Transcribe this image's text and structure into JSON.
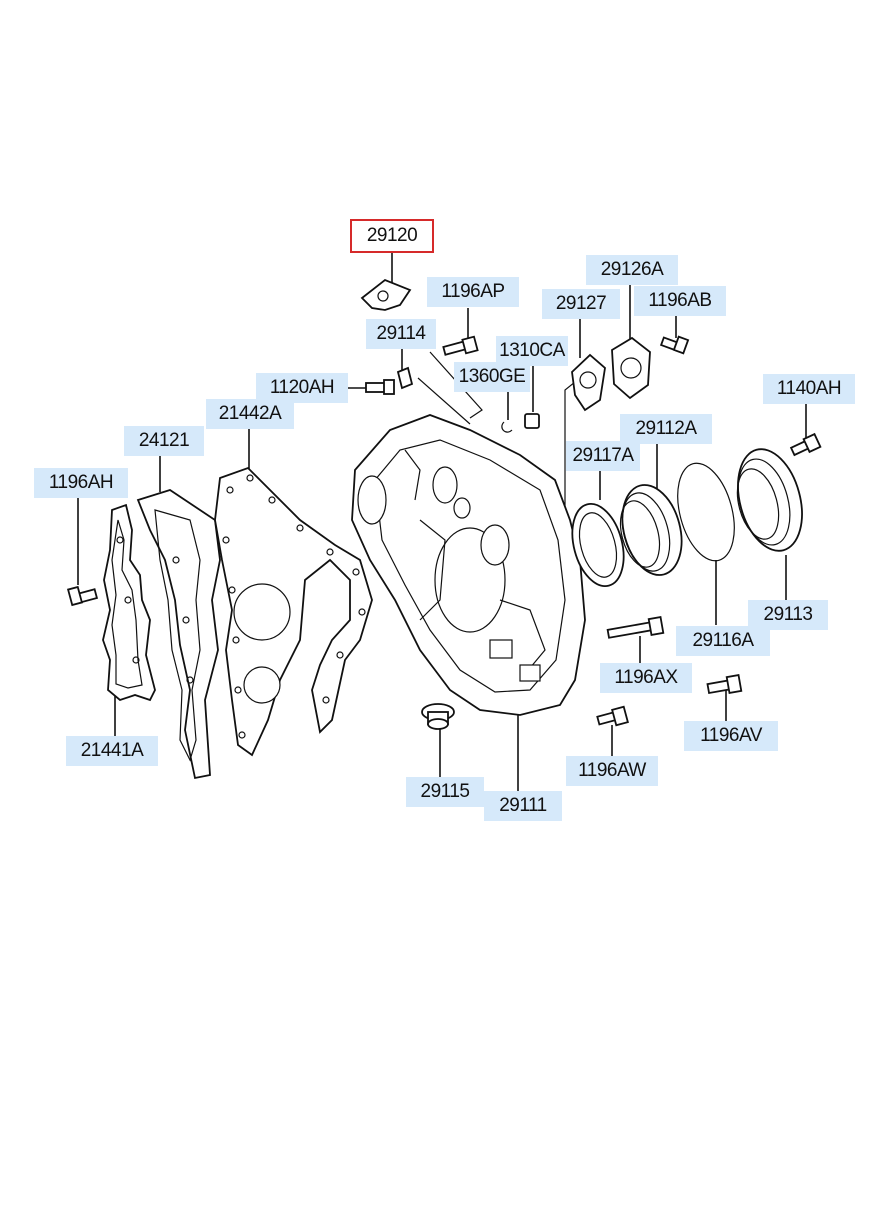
{
  "diagram": {
    "selected_part": "29120",
    "accent_color": "#d62a2a",
    "callout_color": "#d6e9fa"
  },
  "callouts": {
    "c29120": "29120",
    "c1196AP": "1196AP",
    "c29126A": "29126A",
    "c29127": "29127",
    "c1196AB": "1196AB",
    "c29114": "29114",
    "c1310CA": "1310CA",
    "c1360GE": "1360GE",
    "c1120AH": "1120AH",
    "c1140AH": "1140AH",
    "c21442A": "21442A",
    "c24121": "24121",
    "c29112A": "29112A",
    "c29117A": "29117A",
    "c1196AH": "1196AH",
    "c29113": "29113",
    "c29116A": "29116A",
    "c1196AX": "1196AX",
    "c1196AV": "1196AV",
    "c21441A": "21441A",
    "c1196AW": "1196AW",
    "c29115": "29115",
    "c29111": "29111"
  }
}
